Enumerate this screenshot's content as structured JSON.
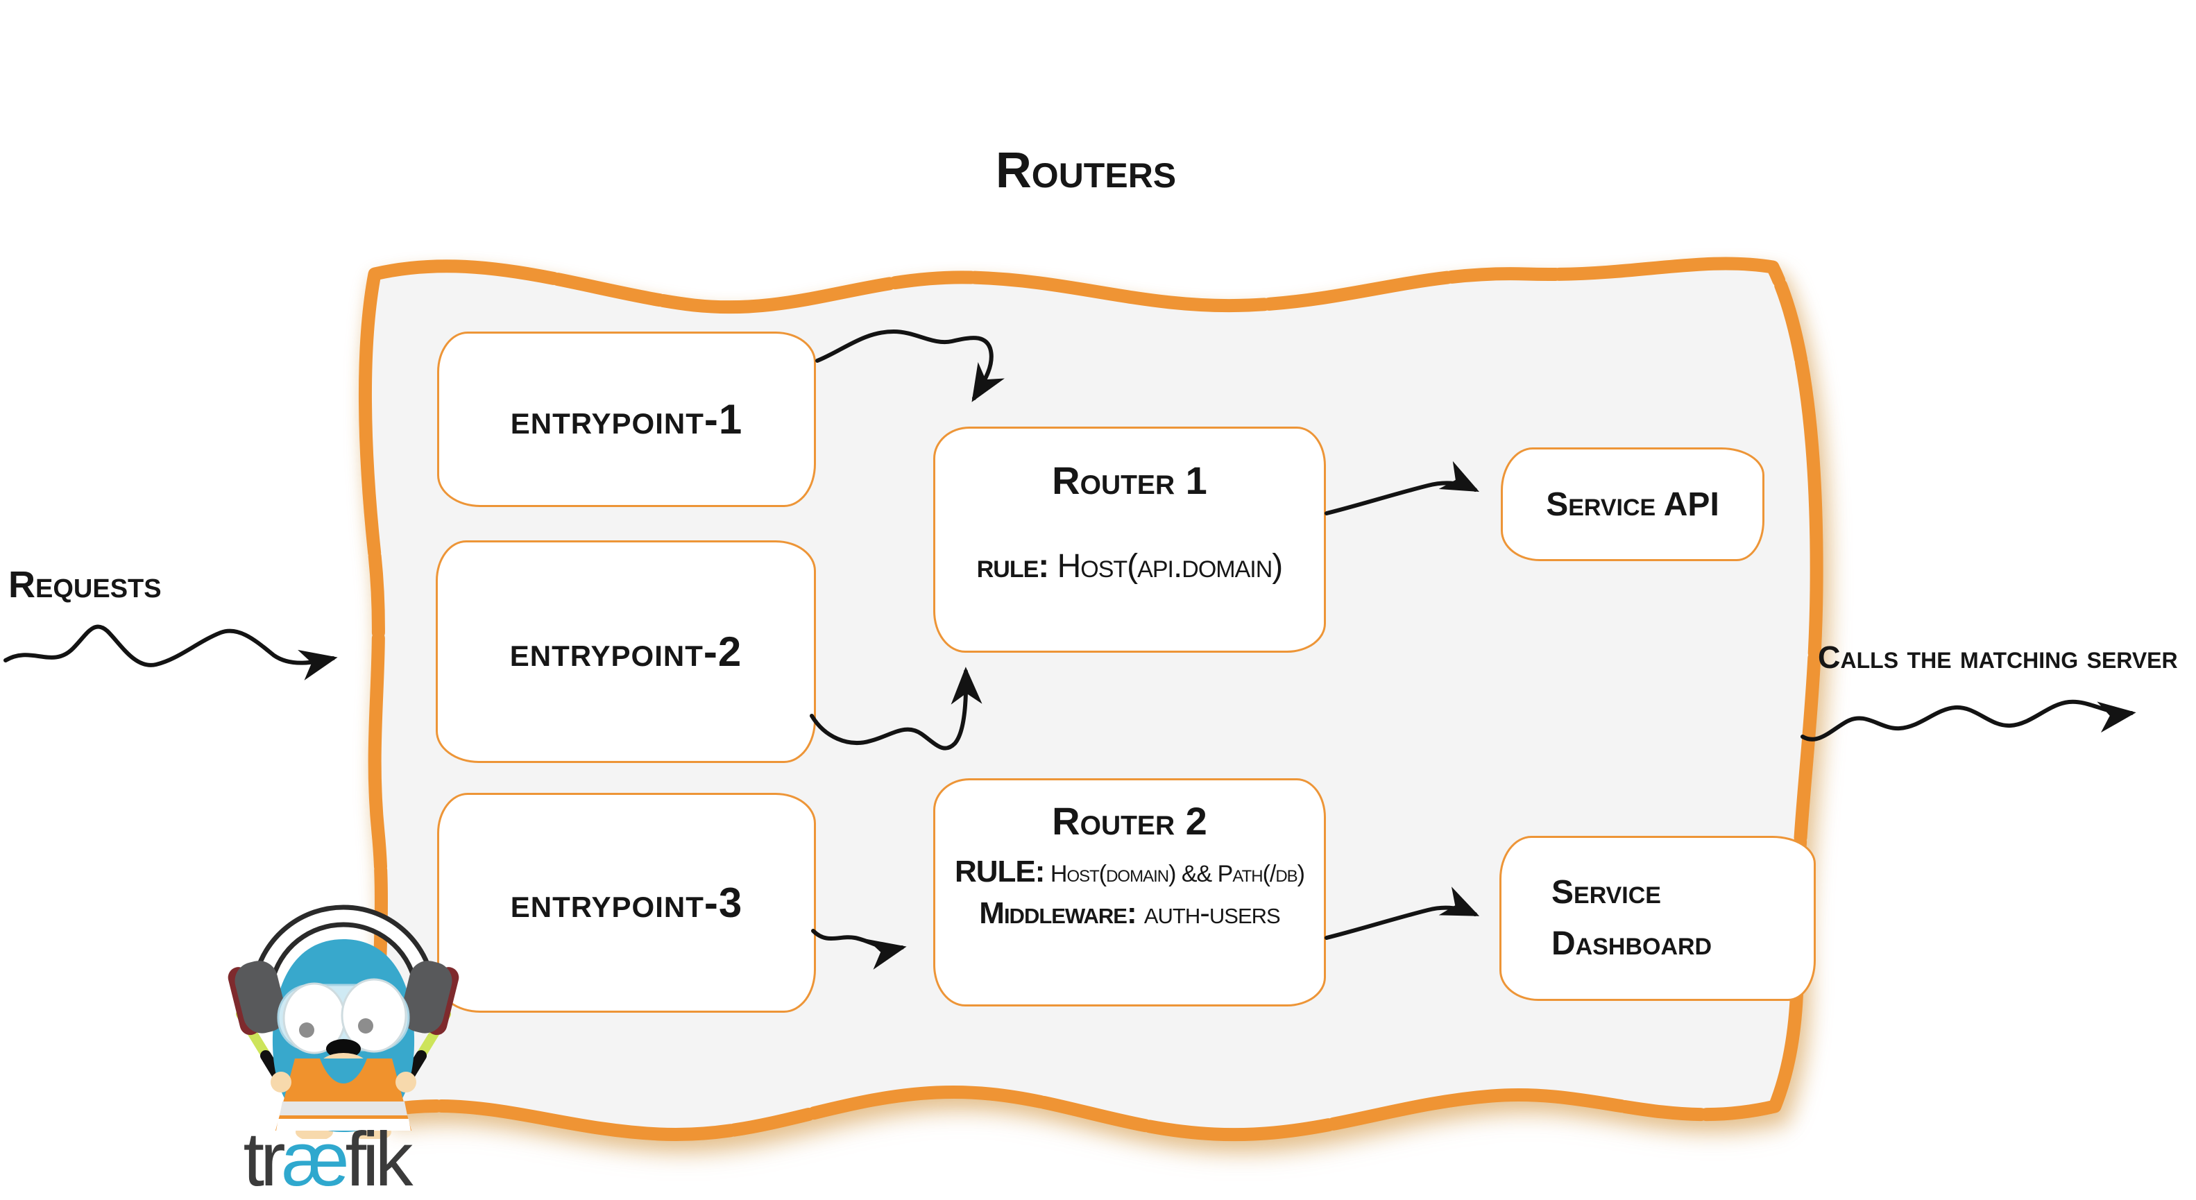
{
  "title": "Routers",
  "labels": {
    "requests": "Requests",
    "calls": "Calls the matching server"
  },
  "entrypoints": [
    {
      "label": "entrypoint-1"
    },
    {
      "label": "entrypoint-2"
    },
    {
      "label": "entrypoint-3"
    }
  ],
  "routers": [
    {
      "title": "Router 1",
      "rule_label": "rule:",
      "rule_value": "Host(api.domain)"
    },
    {
      "title": "Router 2",
      "rule_label": "RULE:",
      "rule_value": "Host(domain) && Path(/db)",
      "middleware_label": "Middleware:",
      "middleware_value": "auth-users"
    }
  ],
  "services": [
    {
      "lines": [
        "Service API"
      ]
    },
    {
      "lines": [
        "Service",
        "Dashboard"
      ]
    }
  ],
  "logo": {
    "wordmark": [
      {
        "text": "tr",
        "color": "#3B3B3B"
      },
      {
        "text": "æ",
        "color": "#2FA8CE"
      },
      {
        "text": "fik",
        "color": "#3B3B3B"
      }
    ]
  },
  "colors": {
    "frame_orange": "#EF9434",
    "box_border_orange": "#ED9537",
    "panel_fill": "#F4F4F4",
    "ink": "#161616",
    "gopher_blue": "#38A8CC",
    "goggles_blue": "#CFEAF4",
    "wand_green": "#CDE45B",
    "vest_orange": "#F0922D",
    "headphone_gray": "#58595B",
    "headphone_red": "#7E2A2D",
    "muzzle_cream": "#F7D9AC"
  }
}
